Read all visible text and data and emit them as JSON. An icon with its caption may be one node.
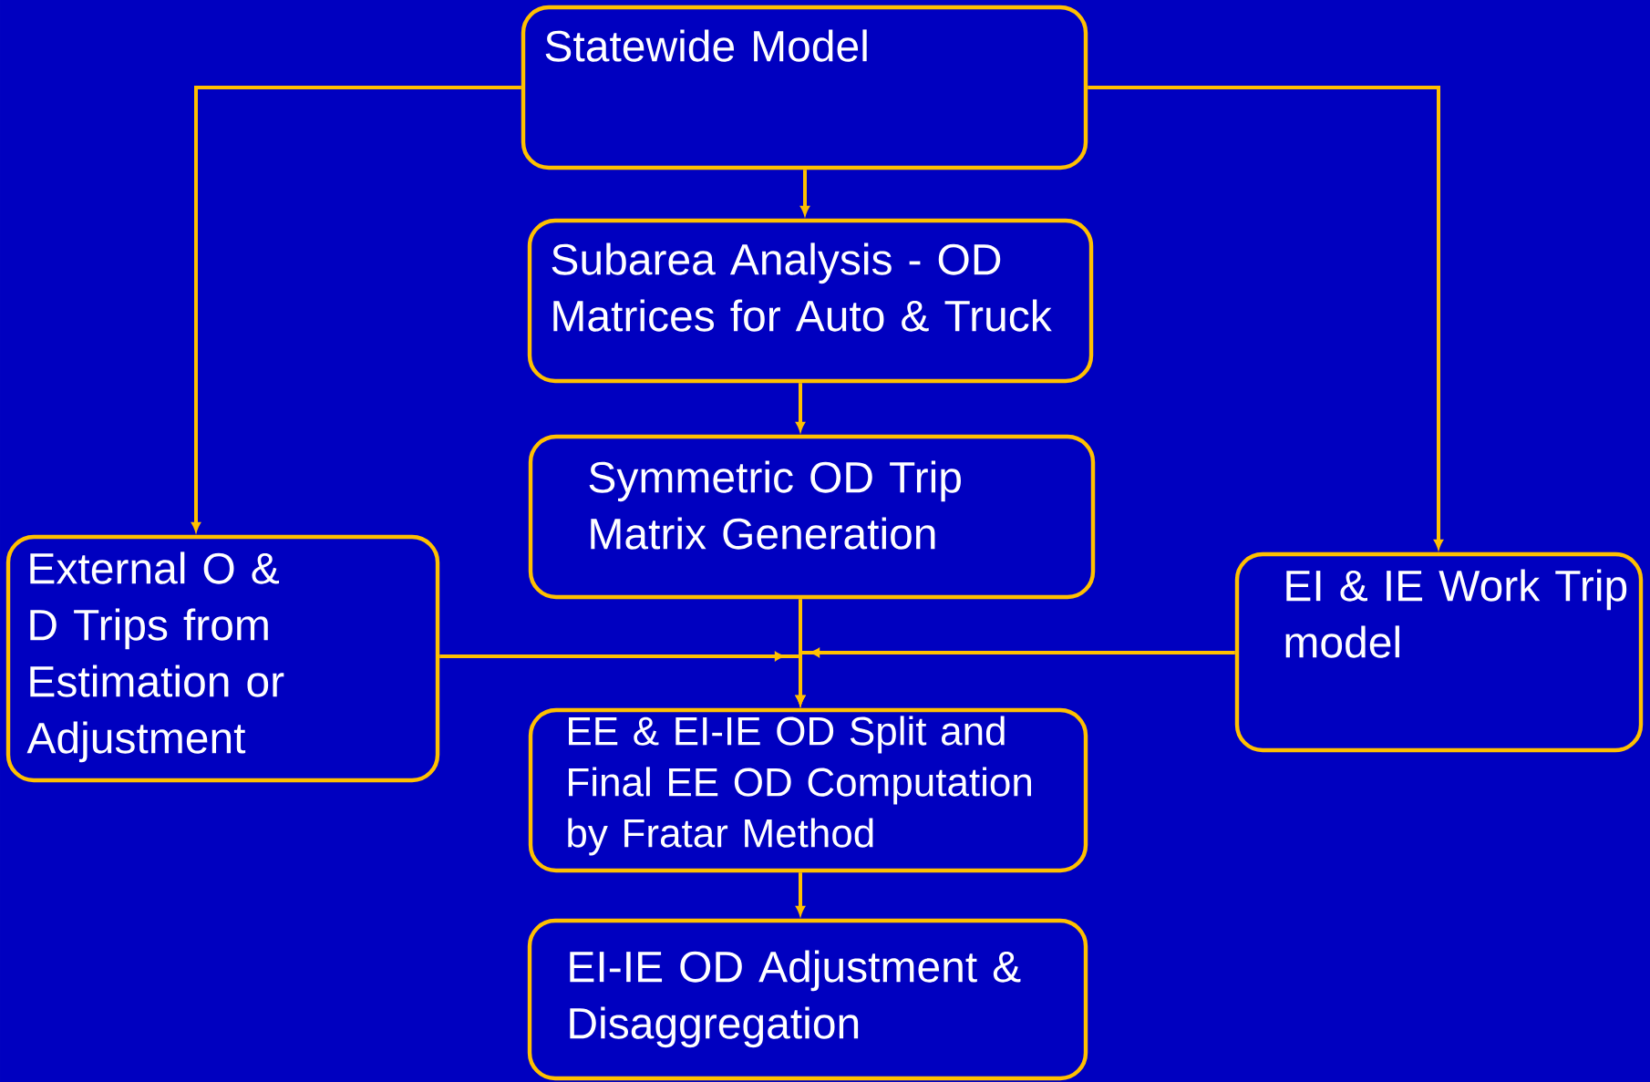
{
  "diagram": {
    "nodes": [
      {
        "text": [
          "Statewide Model"
        ]
      },
      {
        "text": [
          "Subarea Analysis - OD Matrices for Auto & Truck"
        ]
      },
      {
        "text": [
          "Symmetric OD Trip Matrix Generation"
        ]
      },
      {
        "text": [
          "External O & D Trips from Estimation or Adjustment"
        ]
      },
      {
        "text": [
          "EI & IE Work Trip model"
        ]
      },
      {
        "text": [
          "EE & EI-IE OD Split and Final EE OD Computation by Fratar Method"
        ]
      },
      {
        "text": [
          "EI-IE OD Adjustment & Disaggregation"
        ]
      }
    ],
    "edges": [
      {
        "from": 0,
        "to": 1,
        "arrow": "to"
      },
      {
        "from": 1,
        "to": 2,
        "arrow": "to"
      },
      {
        "from": 0,
        "to": 3,
        "arrow": "to"
      },
      {
        "from": 0,
        "to": 4,
        "arrow": "to"
      },
      {
        "from": 2,
        "to": 5,
        "arrow": "to"
      },
      {
        "from": 3,
        "to": 5,
        "arrow": "to"
      },
      {
        "from": 4,
        "to": 5,
        "arrow": "to"
      },
      {
        "from": 5,
        "to": 6,
        "arrow": "to"
      }
    ]
  }
}
